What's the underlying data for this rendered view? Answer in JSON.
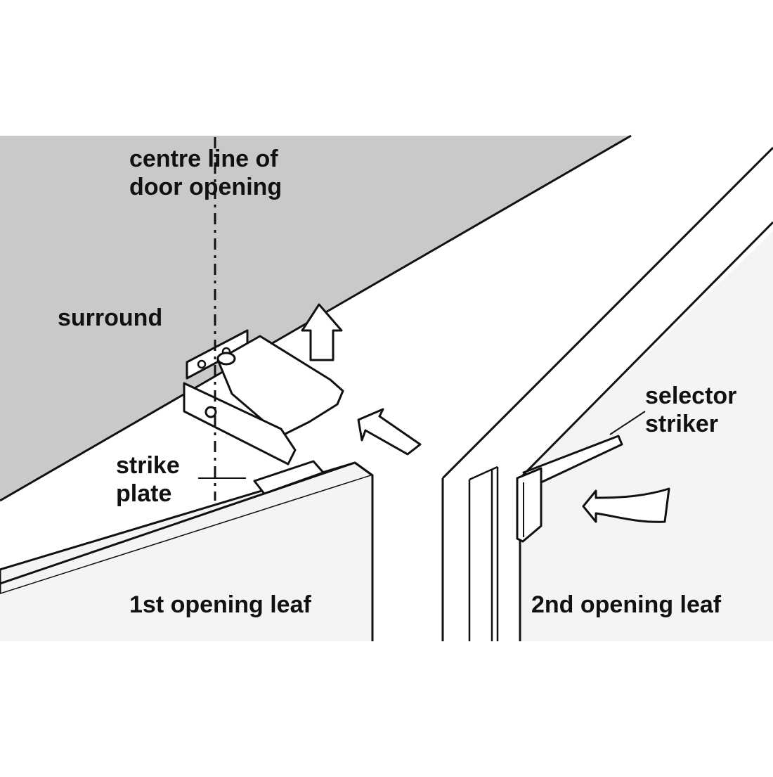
{
  "colors": {
    "surround": "#c9c9c9",
    "leaf": "#f4f4f4",
    "outline": "#111111",
    "background": "#ffffff"
  },
  "labels": {
    "centre_line_line1": "centre line of",
    "centre_line_line2": "door opening",
    "surround": "surround",
    "strike_plate_line1": "strike",
    "strike_plate_line2": "plate",
    "selector_striker_line1": "selector",
    "selector_striker_line2": "striker",
    "first_leaf": "1st opening leaf",
    "second_leaf": "2nd opening leaf"
  }
}
